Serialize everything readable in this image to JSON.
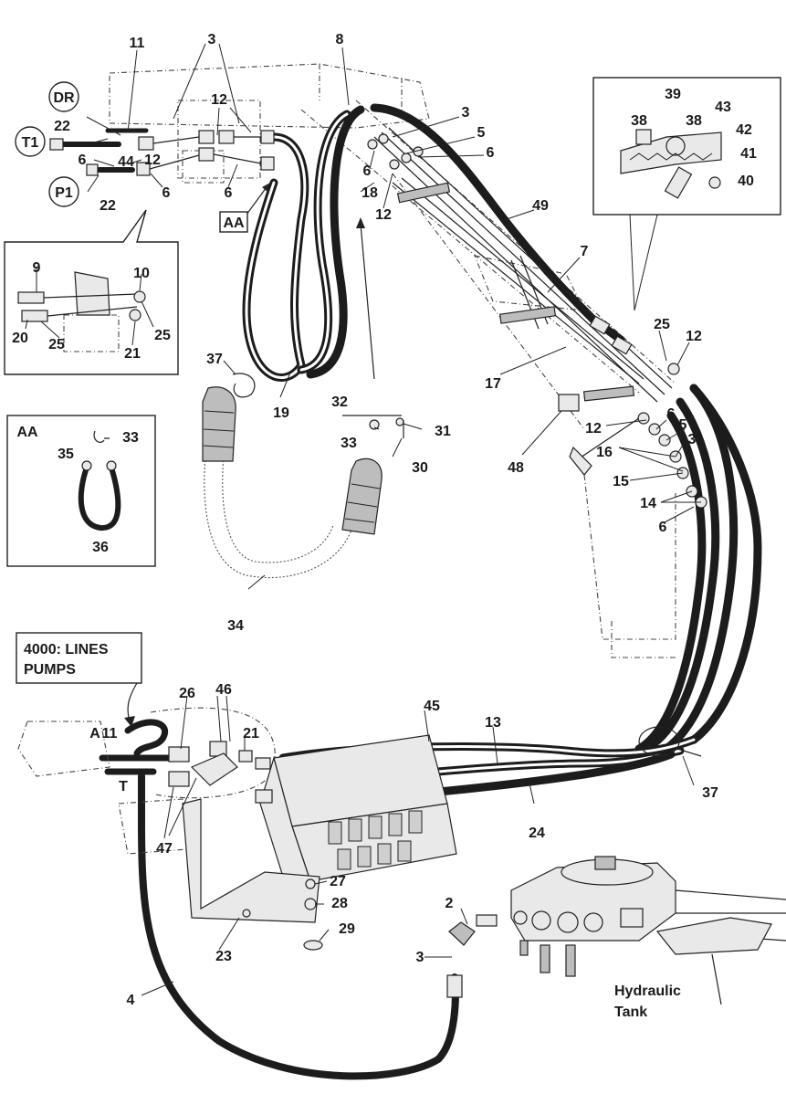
{
  "callouts": {
    "n11_top": "11",
    "n3_top": "3",
    "n8": "8",
    "n12_a": "12",
    "n12_b": "12",
    "n22_a": "22",
    "n6_a": "6",
    "n44": "44",
    "n6_b": "6",
    "n22_b": "22",
    "n6_c": "6",
    "n3_b": "3",
    "n5_a": "5",
    "n6_d": "6",
    "n6_e": "6",
    "n18": "18",
    "n12_c": "12",
    "n49": "49",
    "n7": "7",
    "n17": "17",
    "n25_a": "25",
    "n12_d": "12",
    "n39": "39",
    "n43": "43",
    "n38_a": "38",
    "n38_b": "38",
    "n42": "42",
    "n41": "41",
    "n40": "40",
    "n9": "9",
    "n10": "10",
    "n20": "20",
    "n25_b": "25",
    "n21_a": "21",
    "n25_c": "25",
    "n37_a": "37",
    "n19": "19",
    "n32": "32",
    "n31": "31",
    "n33_a": "33",
    "n30": "30",
    "n48": "48",
    "n12_e": "12",
    "n6_f": "6",
    "n5_b": "5",
    "n3_c": "3",
    "n16": "16",
    "n15": "15",
    "n14": "14",
    "n6_g": "6",
    "n33_b": "33",
    "n35": "35",
    "n36": "36",
    "n34": "34",
    "n26": "26",
    "n46": "46",
    "n45": "45",
    "n13": "13",
    "n11_b": "11",
    "n21_b": "21",
    "n37_b": "37",
    "n24": "24",
    "n47": "47",
    "n27": "27",
    "n28": "28",
    "n29": "29",
    "n23": "23",
    "n2": "2",
    "n3_d": "3",
    "n4": "4"
  },
  "circled": {
    "dr": "DR",
    "t1": "T1",
    "p1": "P1"
  },
  "boxed": {
    "aa": "AA"
  },
  "inset_aa": {
    "title": "AA"
  },
  "note": {
    "line1": "4000: LINES",
    "line2": "PUMPS"
  },
  "ports": {
    "a": "A",
    "t": "T"
  },
  "tank": {
    "line1": "Hydraulic",
    "line2": "Tank"
  }
}
